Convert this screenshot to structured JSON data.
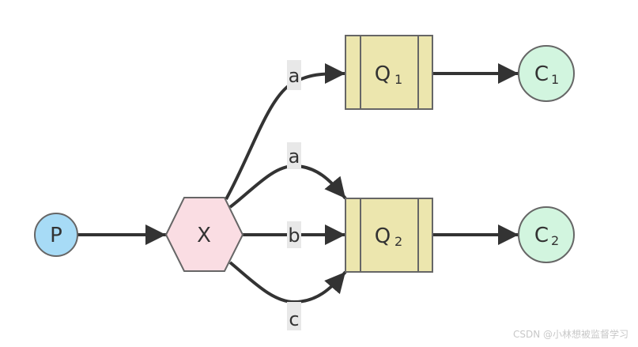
{
  "nodes": {
    "producer": {
      "label": "P",
      "color": "#a7dbf6"
    },
    "exchange": {
      "label": "X",
      "color": "#fadde3"
    },
    "queue1": {
      "label": "Q",
      "sub": "1",
      "color": "#ece6ae"
    },
    "queue2": {
      "label": "Q",
      "sub": "2",
      "color": "#ece6ae"
    },
    "consumer1": {
      "label": "C",
      "sub": "1",
      "color": "#d2f5df"
    },
    "consumer2": {
      "label": "C",
      "sub": "2",
      "color": "#d2f5df"
    }
  },
  "edges": [
    {
      "from": "X",
      "to": "Q1",
      "label": "a"
    },
    {
      "from": "X",
      "to": "Q2",
      "label": "a"
    },
    {
      "from": "X",
      "to": "Q2",
      "label": "b"
    },
    {
      "from": "X",
      "to": "Q2",
      "label": "c"
    }
  ],
  "colors": {
    "edge": "#333333",
    "stroke": "#666666",
    "label_bg": "#e8e8e8"
  },
  "watermark": "CSDN @小林想被监督学习"
}
